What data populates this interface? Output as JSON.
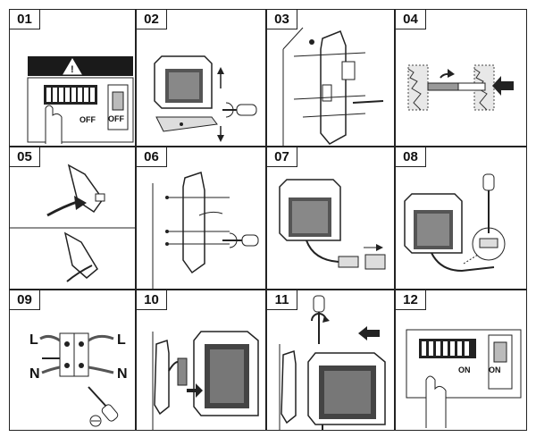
{
  "steps": [
    {
      "number": "01",
      "switch_label": "OFF",
      "breaker_label": "OFF",
      "icon": "warning-triangle-icon"
    },
    {
      "number": "02"
    },
    {
      "number": "03"
    },
    {
      "number": "04"
    },
    {
      "number": "05"
    },
    {
      "number": "06"
    },
    {
      "number": "07"
    },
    {
      "number": "08"
    },
    {
      "number": "09",
      "live_label_left": "L",
      "live_label_right": "L",
      "neutral_label_left": "N",
      "neutral_label_right": "N"
    },
    {
      "number": "10"
    },
    {
      "number": "11"
    },
    {
      "number": "12",
      "switch_label": "ON",
      "breaker_label": "ON"
    }
  ],
  "colors": {
    "line": "#222222",
    "fill_dark": "#333333",
    "fill_mid": "#777777",
    "fill_light": "#cfcfcf",
    "banner": "#1a1a1a",
    "warning": "#ffffff"
  }
}
